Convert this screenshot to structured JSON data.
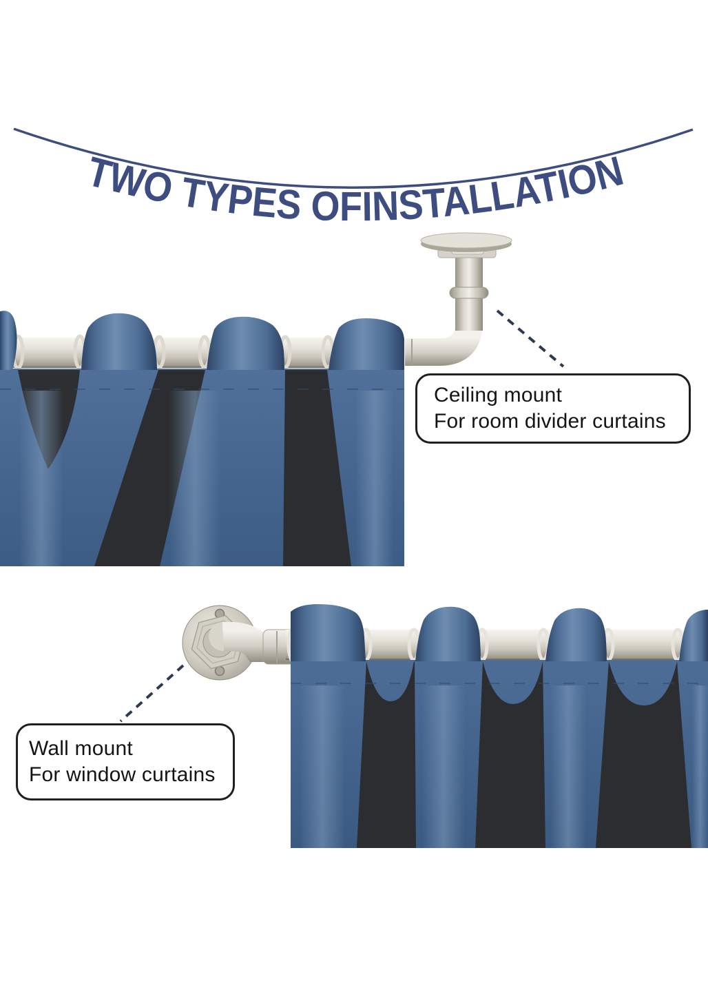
{
  "banner": {
    "title": "TWO TYPES OFINSTALLATION"
  },
  "sections": {
    "ceiling": {
      "callout": {
        "line1": "Ceiling mount",
        "line2": "For room divider curtains"
      },
      "illustration": "ceiling-mount-bracket",
      "photo": "grommet-curtain-on-rod"
    },
    "wall": {
      "callout": {
        "line1": "Wall mount",
        "line2": "For window curtains"
      },
      "illustration": "wall-mount-bracket",
      "photo": "grommet-curtain-on-rod"
    }
  },
  "colors": {
    "background": "#ffffff",
    "banner_navy": "#3e4d7f",
    "callout_border": "#1f1f1f",
    "callout_ink": "#141414",
    "connector_dash": "#2e3a52",
    "curtain_blue_mid": "#4e6f98",
    "curtain_blue_highlight": "#7b98b8",
    "curtain_blue_shadow": "#2e4566",
    "backdrop_dark": "#2d2f33",
    "rod_nickel_light": "#f4f2ec",
    "rod_nickel_mid": "#cdc9bf",
    "rod_nickel_dark": "#928e82"
  }
}
